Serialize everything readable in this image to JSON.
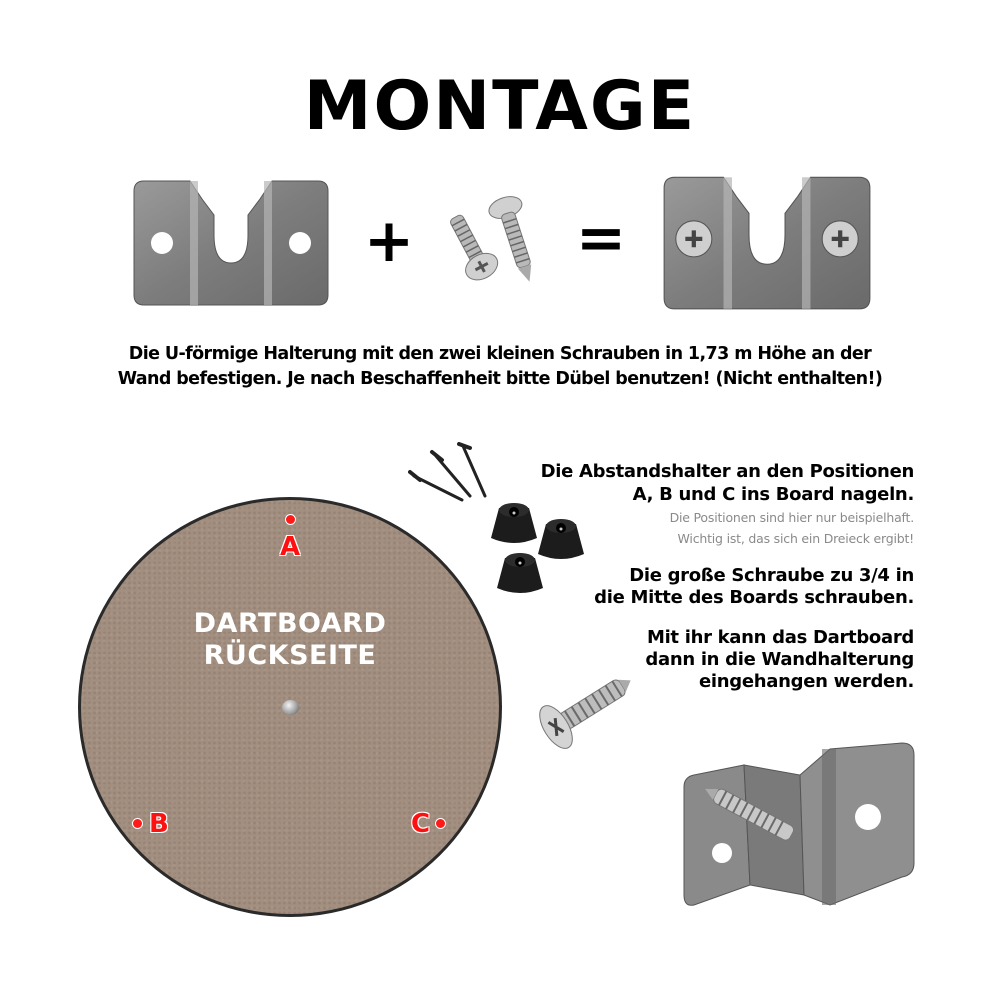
{
  "title": "MONTAGE",
  "equation": {
    "plus": "+",
    "equals": "=",
    "items": [
      {
        "name": "u-bracket",
        "description": "U-förmige Halterung"
      },
      {
        "name": "small-screws",
        "count": 2
      },
      {
        "name": "bracket-with-screws"
      }
    ]
  },
  "intro": {
    "line1": "Die U-förmige Halterung mit den zwei kleinen Schrauben in 1,73 m Höhe an der",
    "line2": "Wand befestigen. Je nach Beschaffenheit bitte Dübel benutzen! (Nicht enthalten!)"
  },
  "board": {
    "label_line1": "DARTBOARD",
    "label_line2": "RÜCKSEITE",
    "color": "#a28f80",
    "positions": [
      {
        "letter": "A"
      },
      {
        "letter": "B"
      },
      {
        "letter": "C"
      }
    ],
    "marker_color": "#ff1010"
  },
  "steps": {
    "step1_line1": "Die Abstandshalter an den Positionen",
    "step1_line2": "A, B und C ins Board nageln.",
    "note_line1": "Die Positionen sind hier nur beispielhaft.",
    "note_line2": "Wichtig ist, das sich ein Dreieck ergibt!",
    "step2_line1": "Die große Schraube zu 3/4 in",
    "step2_line2": "die Mitte des Boards schrauben.",
    "step3_line1": "Mit ihr kann das Dartboard",
    "step3_line2": "dann in die Wandhalterung",
    "step3_line3": "eingehangen werden."
  },
  "parts": {
    "nails_count": 3,
    "spacers_count": 3,
    "large_screw_count": 1
  }
}
